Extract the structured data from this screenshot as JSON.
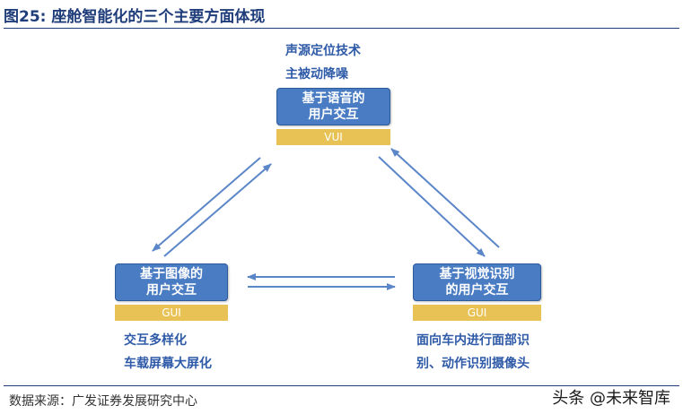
{
  "title": "图25:  座舱智能化的三个主要方面体现",
  "nodes": {
    "top": {
      "line1": "基于语音的",
      "line2": "用户交互",
      "tag": "VUI"
    },
    "left": {
      "line1": "基于图像的",
      "line2": "用户交互",
      "tag": "GUI"
    },
    "right": {
      "line1": "基于视觉识别",
      "line2": "的用户交互",
      "tag": "GUI"
    }
  },
  "notes": {
    "top": [
      "声源定位技术",
      "主被动降噪"
    ],
    "left": [
      "交互多样化",
      "车载屏幕大屏化"
    ],
    "right": [
      "面向车内进行面部识",
      "别、动作识别摄像头"
    ]
  },
  "source": "数据来源：广发证券发展研究中心",
  "watermark": "头条 @未来智库",
  "colors": {
    "title": "#1f3d7a",
    "node": "#4a7cc4",
    "tag": "#e8c254",
    "arrow": "#5b86c8",
    "note": "#2e5aa8"
  }
}
